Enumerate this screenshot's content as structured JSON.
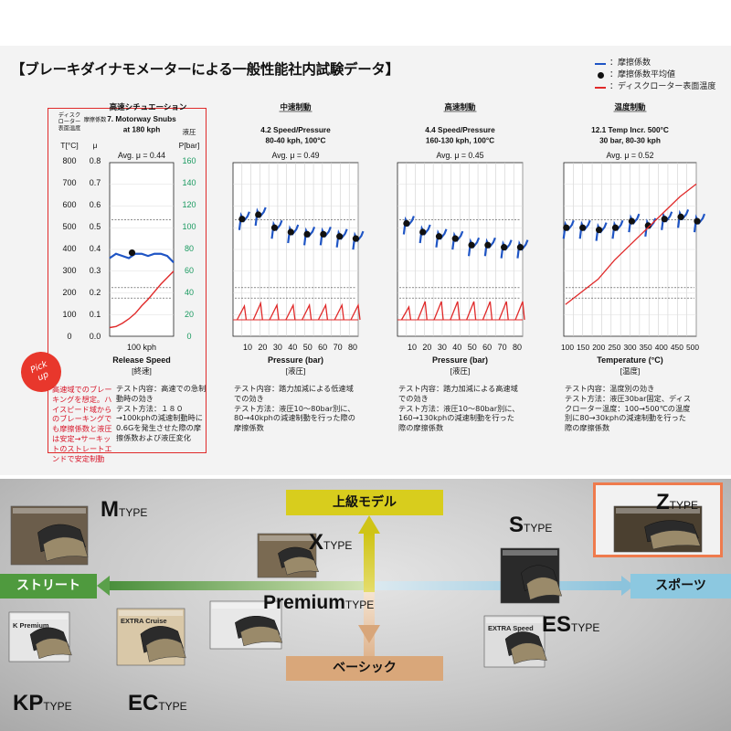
{
  "title": "【ブレーキダイナモメーターによる一般性能社内試験データ】",
  "legend": [
    {
      "label": "：摩擦係数",
      "kind": "line",
      "color": "#1f55c5"
    },
    {
      "label": "：摩擦係数平均値",
      "kind": "dot",
      "color": "#111111"
    },
    {
      "label": "：ディスクローター表面温度",
      "kind": "line",
      "color": "#e02a2a"
    }
  ],
  "colors": {
    "mu": "#1f55c5",
    "temp": "#e02a2a",
    "pressure_axis": "#1a9a60",
    "highlight": "#e02a2a"
  },
  "left_axes": {
    "t_header": "ディスク\nローター\n表面温度",
    "t_unit": "T[°C]",
    "mu_header": "摩擦係数",
    "mu_unit": "μ",
    "p_header": "液圧",
    "p_unit": "P[bar]",
    "t_ticks": [
      "800",
      "700",
      "600",
      "500",
      "400",
      "300",
      "200",
      "100",
      "0"
    ],
    "mu_ticks": [
      "0.8",
      "0.7",
      "0.6",
      "0.5",
      "0.4",
      "0.3",
      "0.2",
      "0.1",
      "0.0"
    ],
    "p_ticks": [
      "160",
      "140",
      "120",
      "100",
      "80",
      "60",
      "40",
      "20",
      "0"
    ]
  },
  "chart_data": [
    {
      "type": "line",
      "section": "高速シチュエーション",
      "title": "7. Motorway Snubs\nat 180 kph",
      "avg": "Avg. μ = 0.44",
      "x_ticks": [
        "100 kph"
      ],
      "xlabel": "Release Speed",
      "xlabel_jp": "[終速]",
      "ylim_mu": [
        0,
        0.8
      ],
      "ylim_temp": [
        0,
        800
      ],
      "series": [
        {
          "type": "line",
          "x": [
            0,
            10,
            20,
            30,
            40,
            50,
            60,
            70,
            80,
            90,
            100
          ],
          "values": [
            0.36,
            0.38,
            0.37,
            0.36,
            0.38,
            0.38,
            0.37,
            0.38,
            0.38,
            0.37,
            0.34
          ]
        },
        {
          "type": "line",
          "x": [
            0,
            10,
            20,
            30,
            40,
            50,
            60,
            70,
            80,
            90,
            100
          ],
          "values": [
            40,
            45,
            60,
            80,
            105,
            140,
            170,
            205,
            240,
            270,
            300
          ]
        },
        {
          "type": "scatter",
          "x": [
            35
          ],
          "values": [
            0.385
          ]
        }
      ],
      "note": "テスト内容：高速での急制動時の効き\nテスト方法：１８０→100kphの減速制動時に0.6Gを発生させた際の摩擦係数および液圧変化"
    },
    {
      "type": "line",
      "section": "中速制動",
      "title": "4.2 Speed/Pressure\n80-40 kph, 100°C",
      "avg": "Avg. μ = 0.49",
      "x_ticks": [
        "10",
        "20",
        "30",
        "40",
        "50",
        "60",
        "70",
        "80"
      ],
      "xlabel": "Pressure (bar)",
      "xlabel_jp": "[液圧]",
      "ylim_mu": [
        0,
        0.8
      ],
      "series": [
        {
          "type": "scatter",
          "x": [
            8,
            18,
            28,
            38,
            48,
            58,
            68,
            78
          ],
          "values": [
            0.54,
            0.56,
            0.5,
            0.48,
            0.47,
            0.47,
            0.46,
            0.45
          ]
        },
        {
          "type": "line",
          "x": [
            10,
            20,
            30,
            40,
            50,
            60,
            70,
            80
          ],
          "values": [
            15,
            18,
            16,
            16,
            16,
            16,
            16,
            16
          ]
        }
      ],
      "note": "テスト内容：踏力加減による低速域での効き\nテスト方法：液圧10～80bar別に、80→40kphの減速制動を行った際の摩擦係数"
    },
    {
      "type": "line",
      "section": "高速制動",
      "title": "4.4 Speed/Pressure\n160-130 kph, 100°C",
      "avg": "Avg. μ = 0.45",
      "x_ticks": [
        "10",
        "20",
        "30",
        "40",
        "50",
        "60",
        "70",
        "80"
      ],
      "xlabel": "Pressure (bar)",
      "xlabel_jp": "[液圧]",
      "ylim_mu": [
        0,
        0.8
      ],
      "series": [
        {
          "type": "scatter",
          "x": [
            8,
            18,
            28,
            38,
            48,
            58,
            68,
            78
          ],
          "values": [
            0.52,
            0.48,
            0.46,
            0.45,
            0.42,
            0.42,
            0.41,
            0.41
          ]
        },
        {
          "type": "line",
          "x": [
            10,
            20,
            30,
            40,
            50,
            60,
            70,
            80
          ],
          "values": [
            14,
            20,
            20,
            20,
            20,
            20,
            20,
            20
          ]
        }
      ],
      "note": "テスト内容：踏力加減による高速域での効き\nテスト方法：液圧10～80bar別に、160→130kphの減速制動を行った際の摩擦係数"
    },
    {
      "type": "line",
      "section": "温度制動",
      "title": "12.1 Temp Incr. 500°C\n30 bar, 80-30 kph",
      "avg": "Avg. μ = 0.52",
      "x_ticks": [
        "100",
        "150",
        "200",
        "250",
        "300",
        "350",
        "400",
        "450",
        "500"
      ],
      "xlabel": "Temperature (°C)",
      "xlabel_jp": "[温度]",
      "ylim_mu": [
        0,
        0.8
      ],
      "series": [
        {
          "type": "scatter",
          "x": [
            100,
            150,
            200,
            250,
            300,
            350,
            400,
            450,
            500
          ],
          "values": [
            0.5,
            0.5,
            0.49,
            0.5,
            0.53,
            0.51,
            0.54,
            0.55,
            0.53
          ]
        },
        {
          "type": "line",
          "x": [
            100,
            150,
            200,
            250,
            300,
            350,
            400,
            450,
            500
          ],
          "values": [
            100,
            140,
            180,
            240,
            290,
            340,
            390,
            440,
            480
          ]
        }
      ],
      "note": "テスト内容：温度別の効き\nテスト方法：液圧30bar固定、ディスクローター温度：100→500℃の温度別に80→30kphの減速制動を行った際の摩擦係数"
    }
  ],
  "pickup": {
    "line1": "Pick",
    "line2": "up"
  },
  "pickup_note": "高速域でのブレーキングを想定。ハイスピード域からのブレーキングでも摩擦係数と液圧は安定→サーキットのストレートエンドで安定制動",
  "bottom": {
    "arrow_top": "上級モデル",
    "arrow_bottom": "ベーシック",
    "arrow_left": "ストリート",
    "arrow_right": "スポーツ",
    "types": [
      {
        "key": "M",
        "big": "M",
        "small": "TYPE"
      },
      {
        "key": "X",
        "big": "X",
        "small": "TYPE"
      },
      {
        "key": "S",
        "big": "S",
        "small": "TYPE"
      },
      {
        "key": "Z",
        "big": "Z",
        "small": "TYPE"
      },
      {
        "key": "Premium",
        "big": "Premium",
        "small": "TYPE"
      },
      {
        "key": "ES",
        "big": "ES",
        "small": "TYPE"
      },
      {
        "key": "KP",
        "big": "KP",
        "small": "TYPE"
      },
      {
        "key": "EC",
        "big": "EC",
        "small": "TYPE"
      }
    ],
    "boxes": {
      "kp": "K Premium",
      "ec": "EXTRA Cruise",
      "es": "EXTRA Speed"
    }
  }
}
